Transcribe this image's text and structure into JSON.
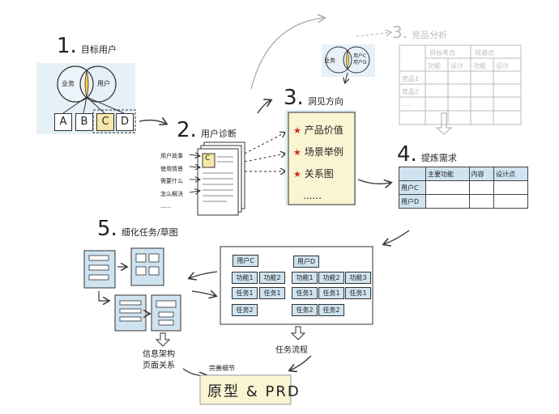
{
  "step1": {
    "num": "1.",
    "title": "目标用户",
    "circle_left": "业务",
    "circle_right": "用户",
    "boxes": [
      "A",
      "B",
      "C",
      "D"
    ]
  },
  "step2": {
    "num": "2.",
    "title": "用户诊断",
    "doc_letter": "C",
    "labels": [
      "用户故事",
      "使用情景",
      "需要什么",
      "怎么解决",
      "......"
    ]
  },
  "step3": {
    "num": "3.",
    "title": "洞见方向",
    "items": [
      "产品价值",
      "场景举例",
      "关系图"
    ],
    "more": "......"
  },
  "competitor": {
    "num": "3.",
    "title": "竞品分析",
    "circle_left": "业务",
    "circle_right_lines": [
      "用户C",
      "用户D"
    ],
    "header_groups": [
      "目标考点",
      "规避点"
    ],
    "sub_headers": [
      "功能",
      "设计",
      "功能",
      "设计"
    ],
    "rows": [
      "竞品1",
      "竞品2",
      "....."
    ]
  },
  "step4": {
    "num": "4.",
    "title": "提炼需求",
    "headers": [
      "主要功能",
      "内容",
      "设计点"
    ],
    "rows": [
      "用户C",
      "用户D"
    ]
  },
  "step5": {
    "num": "5.",
    "title": "细化任务/草图"
  },
  "flow": {
    "groups": [
      {
        "label": "用户C",
        "funcs": [
          "功能1",
          "功能2"
        ],
        "tasks": [
          "任务1",
          "任务1"
        ],
        "extra": [
          "任务2"
        ]
      },
      {
        "label": "用户D",
        "funcs": [
          "功能1",
          "功能2",
          "功能3"
        ],
        "tasks": [
          "任务1",
          "任务1",
          "任务1"
        ],
        "extra": [
          "任务2",
          "任务2"
        ]
      }
    ],
    "caption": "任务流程"
  },
  "ia": {
    "lines": [
      "信息架构",
      "页面关系"
    ]
  },
  "final": {
    "label_small": "完善细节",
    "label": "原型 & PRD"
  },
  "colors": {
    "box_fill": "#cfe3f0",
    "paper": "#faf4d2",
    "star": "#d12a1c",
    "yellow": "#f6e8a8"
  }
}
